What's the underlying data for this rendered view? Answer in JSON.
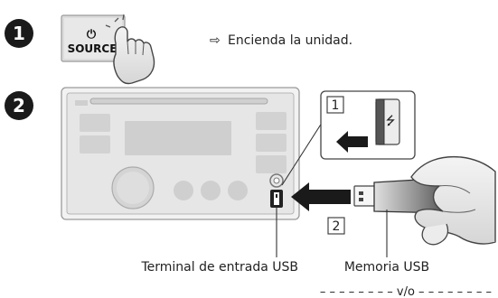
{
  "step1": {
    "number": "1",
    "button_label": "SOURCE",
    "button_symbol": "⏻",
    "arrow": "⇨",
    "instruction": "Encienda la unidad."
  },
  "step2": {
    "number": "2",
    "callout_1": "1",
    "callout_2": "2",
    "usb_symbol": "⭍",
    "label_terminal": "Terminal de entrada USB",
    "label_memory": "Memoria USB",
    "separator": "– – – – – – – – v/o – – – – – – – –"
  },
  "colors": {
    "step_badge": "#1a1a1a",
    "unit_gray": "#d4d4d4",
    "unit_light": "#ececec",
    "stick_dark": "#505050",
    "stick_light": "#c8c8c8"
  }
}
